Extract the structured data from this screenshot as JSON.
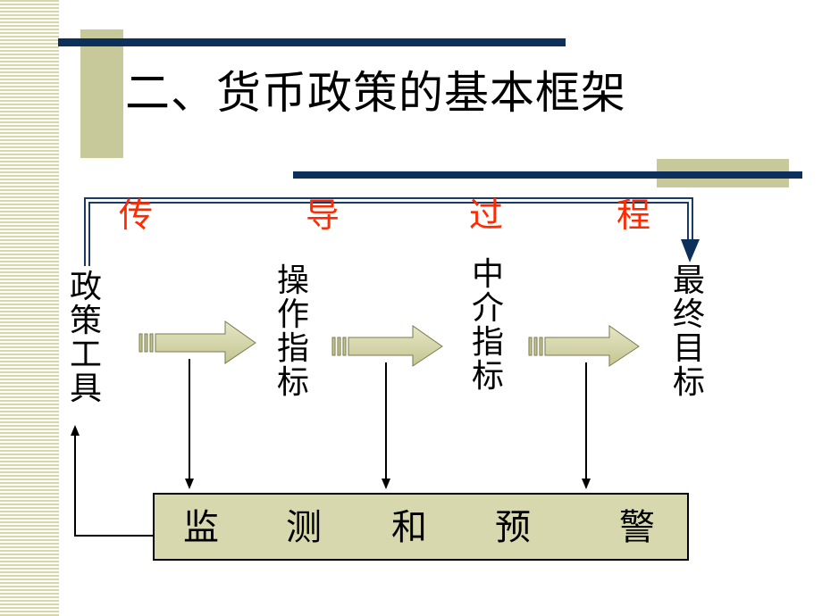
{
  "title": "二、货币政策的基本框架",
  "flow": {
    "labels": [
      "传",
      "导",
      "过",
      "程"
    ]
  },
  "nodes": {
    "policy_tools": "政策工具",
    "operating_target": "操作指标",
    "intermediate_target": "中介指标",
    "final_goal": "最终目标"
  },
  "monitor": {
    "items": [
      "监",
      "测",
      "和",
      "预",
      "警"
    ]
  },
  "colors": {
    "accent_red": "#ff2a00",
    "rule_navy": "#0d2f5c",
    "decor_olive": "#c8c99a",
    "box_fill": "#d8d8ae",
    "arrow_fill": "#d6d6a8",
    "line_blue": "#1a3a6a"
  }
}
